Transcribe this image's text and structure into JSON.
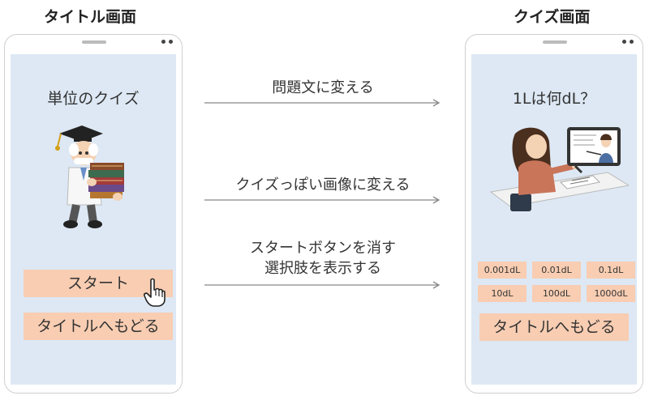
{
  "headings": {
    "title_screen": "タイトル画面",
    "quiz_screen": "クイズ画面"
  },
  "title_screen": {
    "title": "単位のクイズ",
    "start_button": "スタート",
    "back_button": "タイトルへもどる"
  },
  "quiz_screen": {
    "question": "1Lは何dL？",
    "answers": [
      "0.001dL",
      "0.01dL",
      "0.1dL",
      "10dL",
      "100dL",
      "1000dL"
    ],
    "back_button": "タイトルへもどる"
  },
  "transitions": {
    "text_change": "問題文に変える",
    "image_change": "クイズっぽい画像に変える",
    "button_change_line1": "スタートボタンを消す",
    "button_change_line2": "選択肢を表示する"
  },
  "colors": {
    "screen_bg": "#dde8f4",
    "button_bg": "#f8cdb2",
    "arrow": "#888888"
  }
}
